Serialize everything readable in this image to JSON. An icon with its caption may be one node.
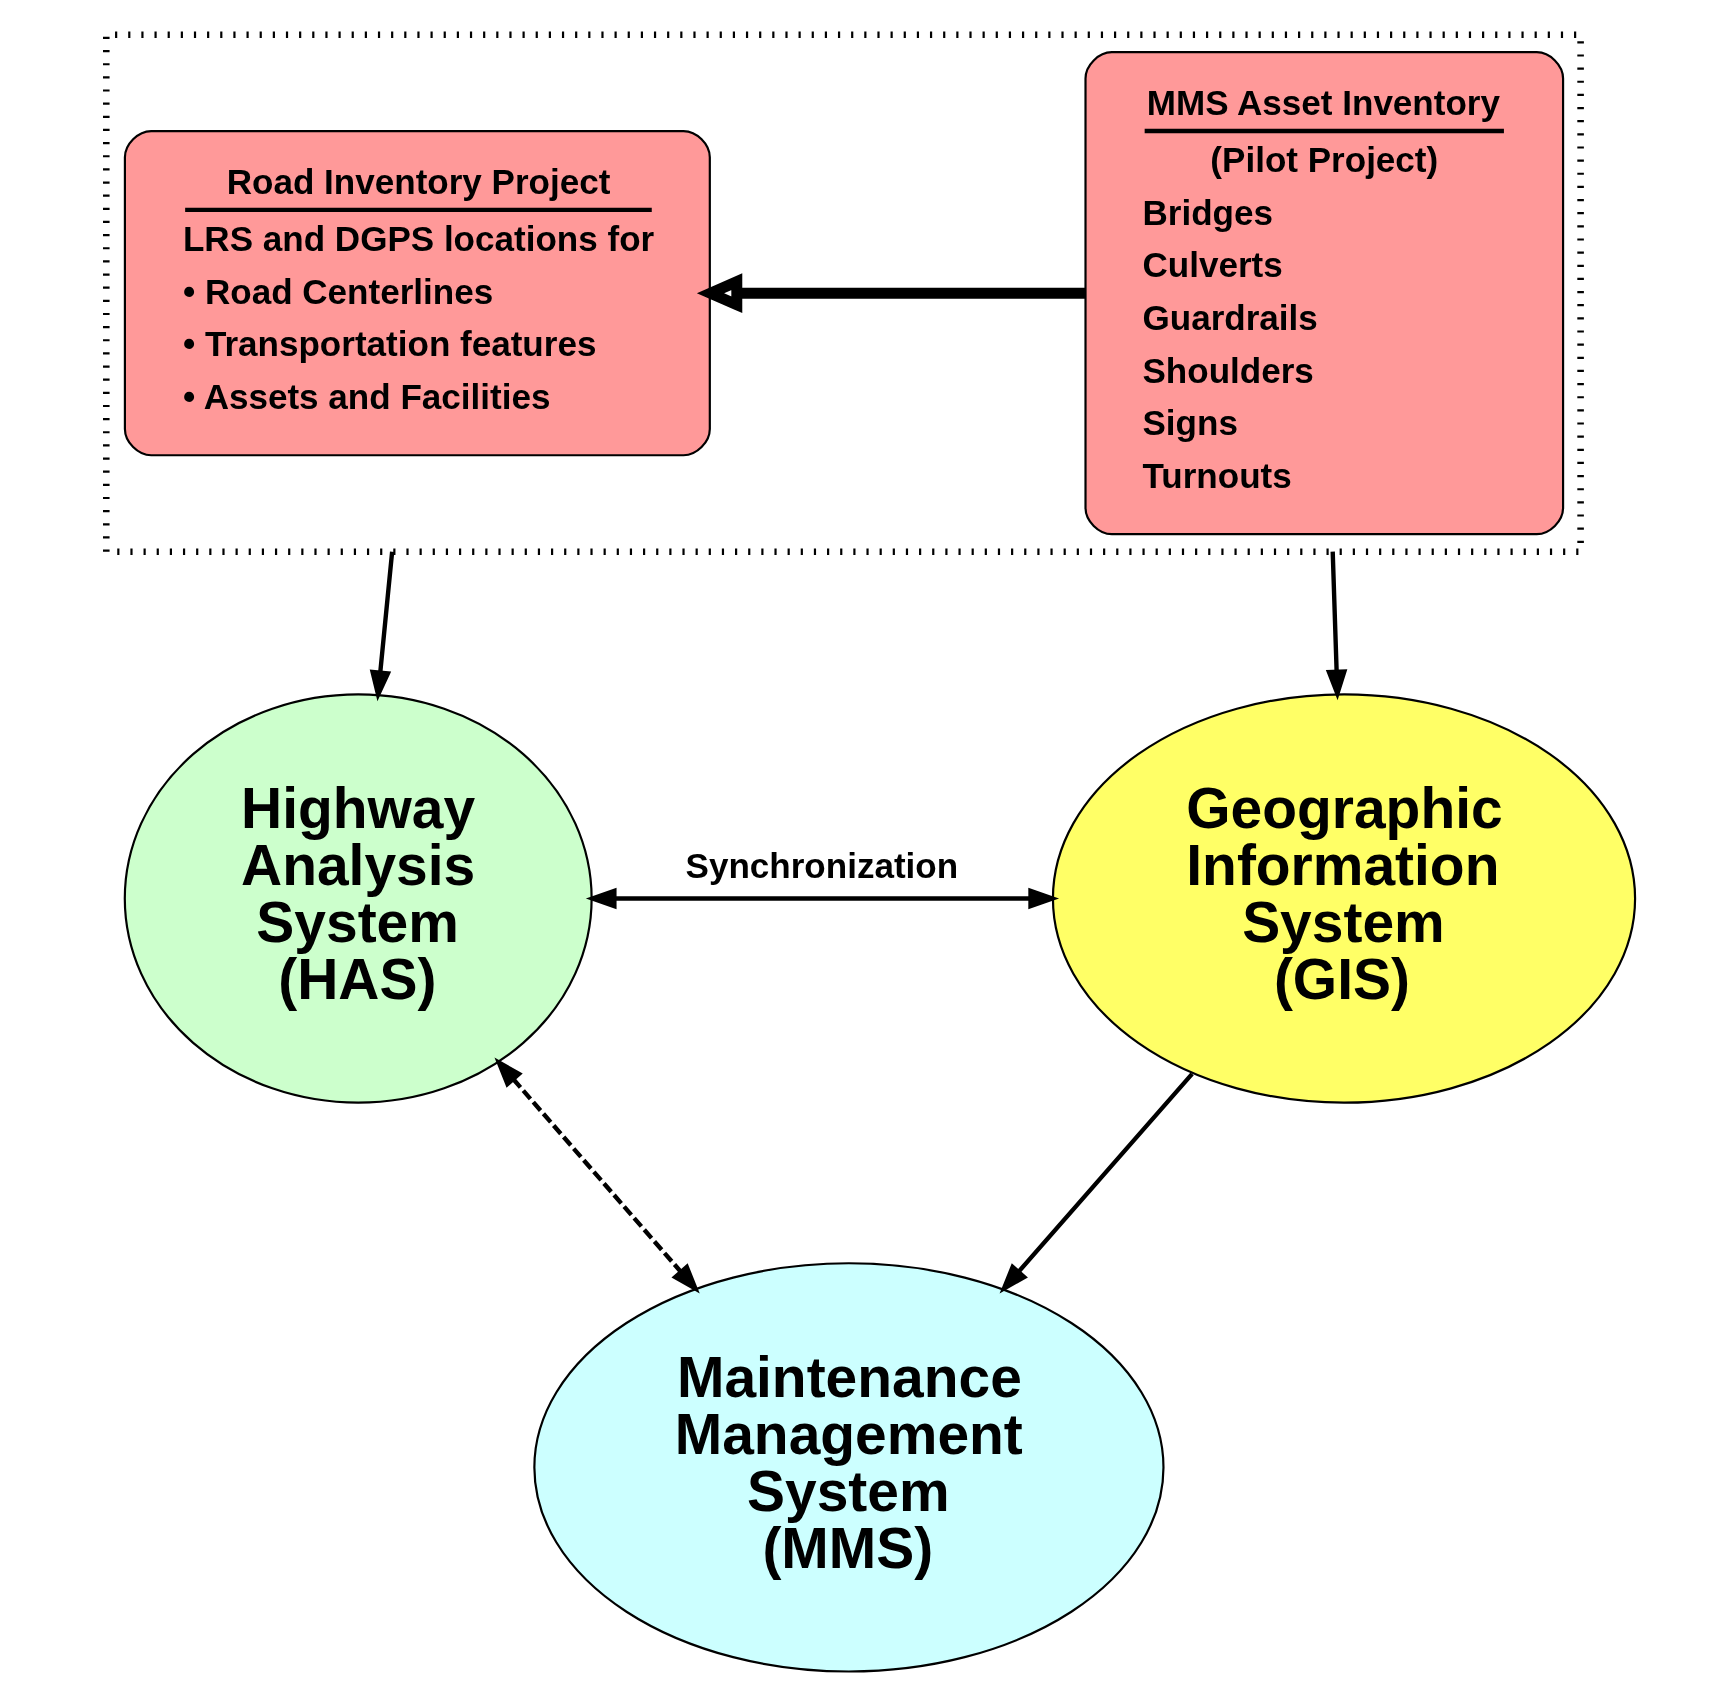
{
  "diagram": {
    "nodes": [
      {
        "text": [],
        "shape": "box"
      },
      {
        "text": [
          "Road Inventory Project",
          "LRS and DGPS locations for",
          "• Road Centerlines",
          "• Transportation features",
          "• Assets and Facilities"
        ],
        "in": 0
      },
      {
        "text": [
          "MMS Asset Inventory",
          "(Pilot Project)",
          "Bridges",
          "Culverts",
          "Guardrails",
          "Shoulders",
          "Signs",
          "Turnouts"
        ],
        "in": 0
      },
      {
        "text": [
          "Highway Analysis System (HAS)"
        ]
      },
      {
        "text": [
          "Geographic Information System (GIS)"
        ]
      },
      {
        "text": [
          "Maintenance Management System (MMS)"
        ]
      }
    ],
    "edges": [
      {
        "from": 2,
        "to": 1,
        "arrow": "to",
        "style": "thick"
      },
      {
        "from": 0,
        "to": 3,
        "arrow": "to"
      },
      {
        "from": 0,
        "to": 4,
        "arrow": "to"
      },
      {
        "from": 3,
        "to": 4,
        "arrow": "both",
        "label": "Synchronization"
      },
      {
        "from": 4,
        "to": 5,
        "arrow": "to"
      },
      {
        "from": 3,
        "to": 5,
        "arrow": "both",
        "style": "dashed"
      }
    ]
  }
}
